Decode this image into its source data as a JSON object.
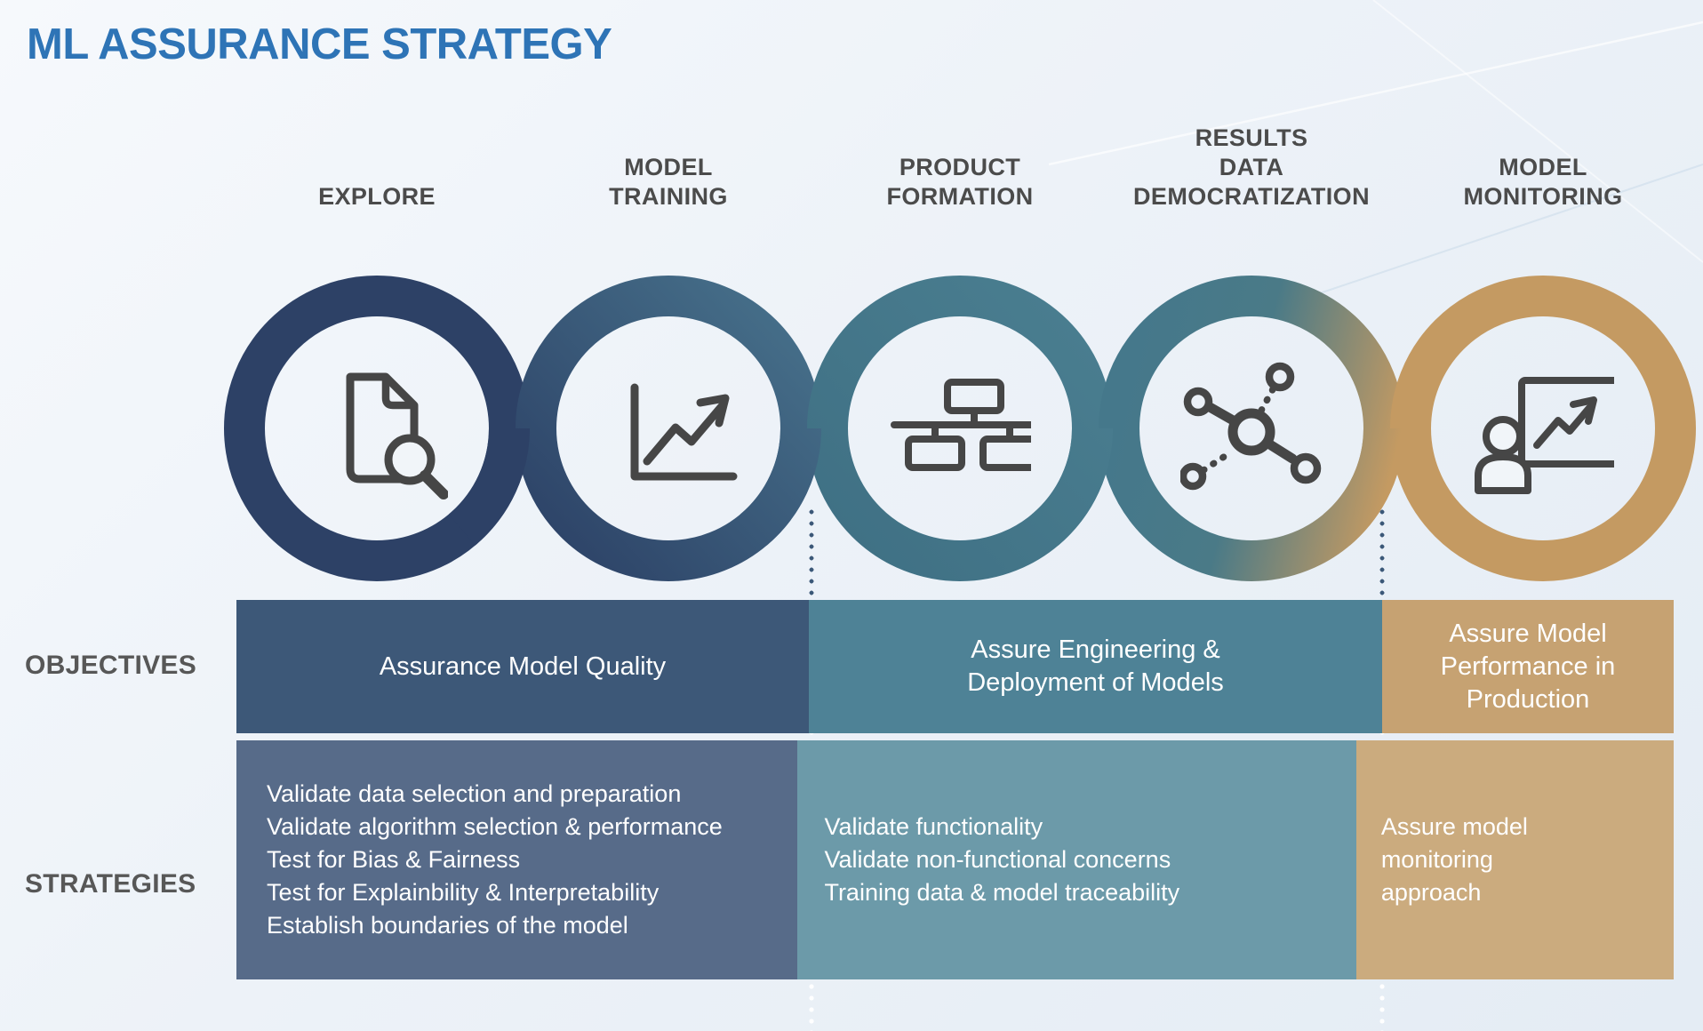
{
  "title": "ML ASSURANCE STRATEGY",
  "row_labels": {
    "objectives": "OBJECTIVES",
    "strategies": "STRATEGIES"
  },
  "stages": [
    {
      "label": "EXPLORE",
      "icon": "document-search-icon",
      "ring_color": "#2d4166"
    },
    {
      "label": "MODEL\nTRAINING",
      "icon": "line-chart-icon",
      "ring_color_start": "#2c4166",
      "ring_color_end": "#47718b"
    },
    {
      "label": "PRODUCT\nFORMATION",
      "icon": "org-chart-icon",
      "ring_color_start": "#3f7084",
      "ring_color_end": "#4a7e90"
    },
    {
      "label": "RESULTS\nDATA\nDEMOCRATIZATION",
      "icon": "network-icon",
      "ring_color_start": "#45788b",
      "ring_color_mid": "#4a7a87",
      "ring_color_end": "#c49a62"
    },
    {
      "label": "MODEL\nMONITORING",
      "icon": "presenter-chart-icon",
      "ring_color": "#c49a62"
    }
  ],
  "objectives": [
    {
      "text": "Assurance Model Quality",
      "bg": "#3d5878"
    },
    {
      "text": "Assure Engineering & Deployment of Models",
      "bg": "#4e8296"
    },
    {
      "text": "Assure Model Performance in Production",
      "bg": "#c6a272"
    }
  ],
  "strategies": [
    {
      "bg": "#576b89",
      "items": [
        "Validate data selection and preparation",
        "Validate algorithm selection & performance",
        "Test for Bias & Fairness",
        "Test for Explainbility & Interpretability",
        "Establish boundaries of the model"
      ]
    },
    {
      "bg": "#6c9aa9",
      "items": [
        "Validate functionality",
        "Validate non-functional concerns",
        "Training data & model traceability"
      ]
    },
    {
      "bg": "#cbab7e",
      "items": [
        "Assure model monitoring approach"
      ]
    }
  ],
  "colors": {
    "title": "#2e74b6",
    "stage_label_text": "#4b4b4b",
    "row_label_text": "#575757",
    "icon_stroke": "#464646",
    "dot_navy": "#3b5878",
    "dot_white": "#ffffff",
    "band_text": "#ffffff"
  }
}
